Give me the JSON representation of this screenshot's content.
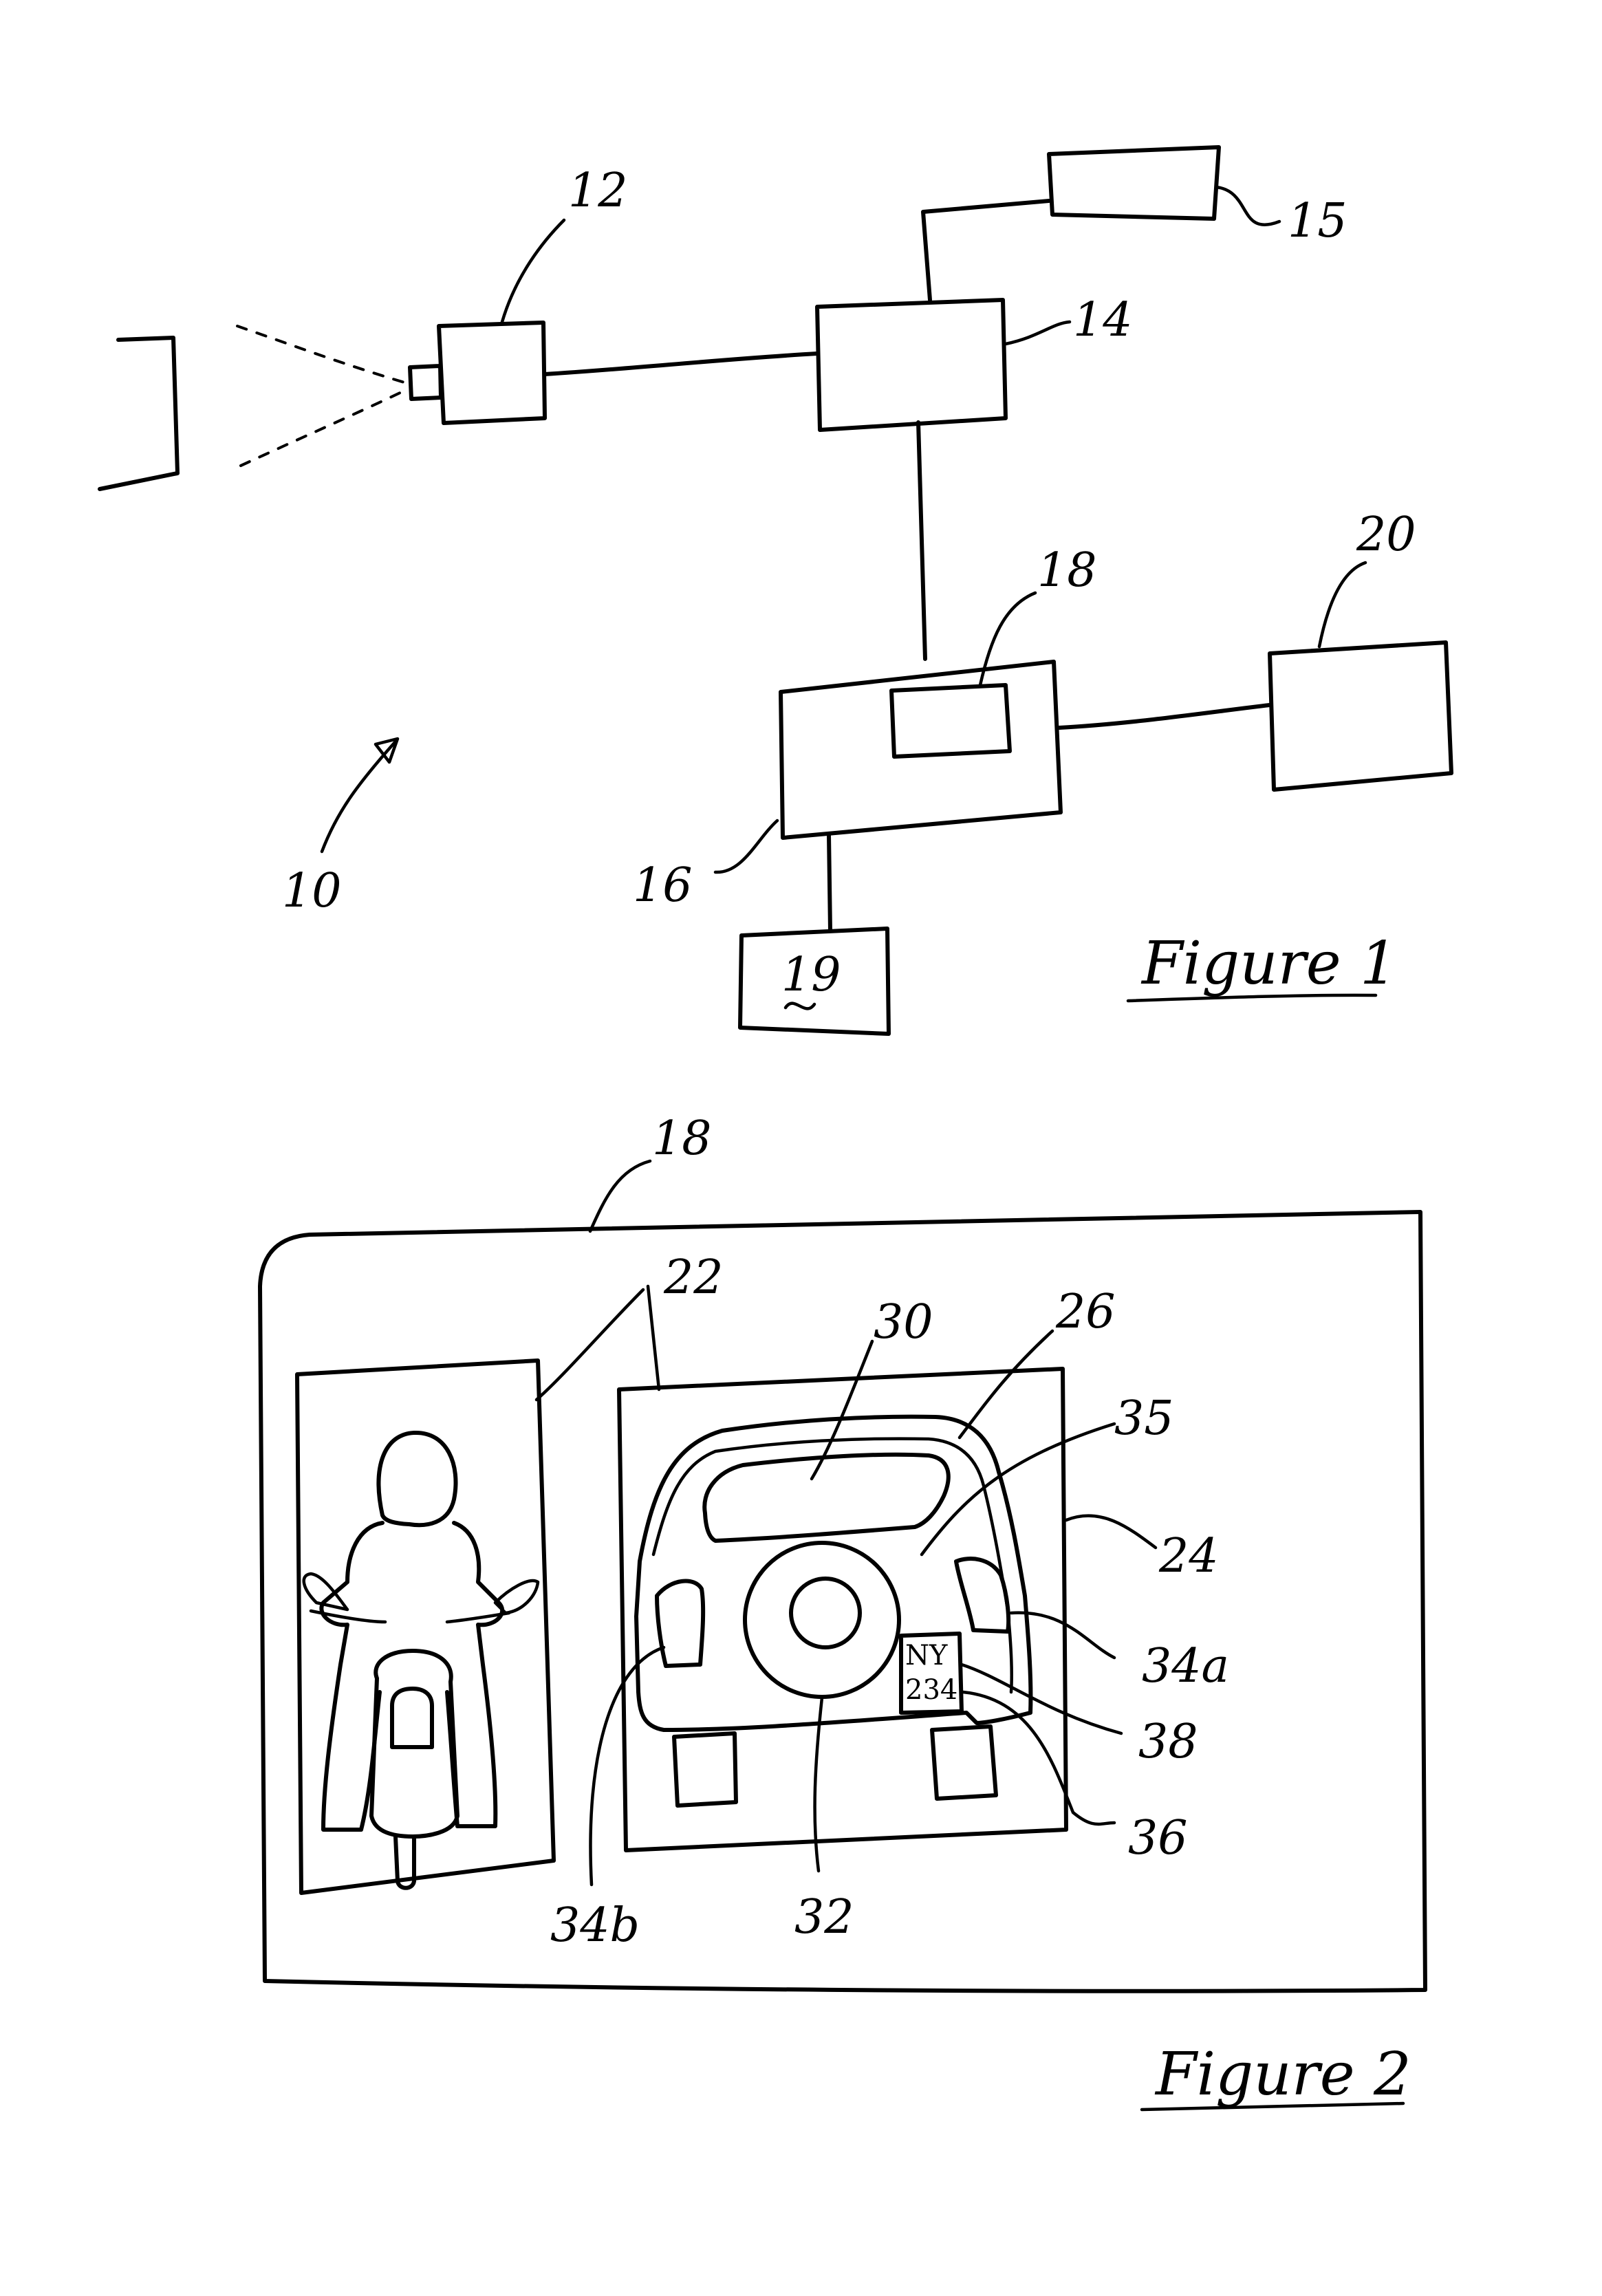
{
  "figure1": {
    "caption": "Figure 1",
    "labels": {
      "system": "10",
      "camera": "12",
      "processor": "14",
      "storage": "15",
      "display_unit": "16",
      "display_screen": "18",
      "block_19": "19",
      "block_20": "20"
    }
  },
  "figure2": {
    "caption": "Figure 2",
    "labels": {
      "display": "18",
      "regions": "22",
      "vehicle_region": "24",
      "vehicle_body": "26",
      "rear_window": "30",
      "spare_tire": "32",
      "tail_light_right": "34a",
      "tail_light_left": "34b",
      "tailgate": "35",
      "bumper": "36",
      "license_plate": "38"
    },
    "plate_text": {
      "line1": "NY",
      "line2": "234"
    }
  }
}
